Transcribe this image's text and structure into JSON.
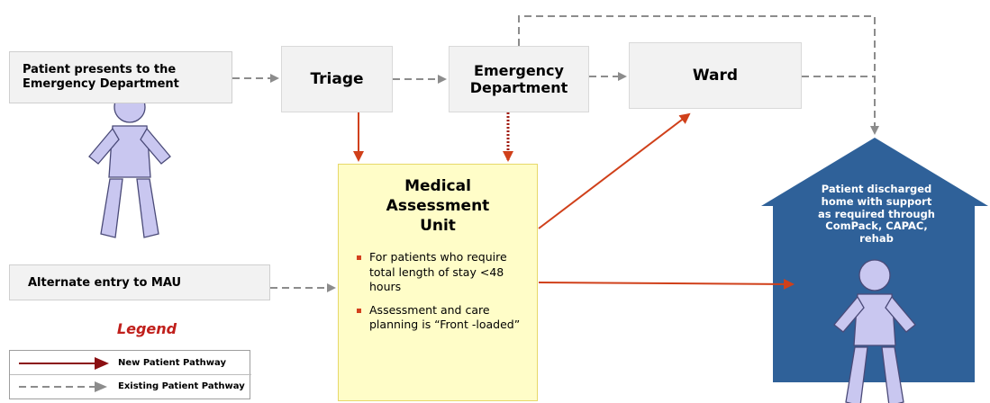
{
  "nodes": {
    "entry": "Patient presents to the Emergency Department",
    "entry_lines": [
      "Patient presents to the",
      "Emergency Department"
    ],
    "triage": "Triage",
    "emergency_department": "Emergency Department",
    "ed_lines": [
      "Emergency",
      "Department"
    ],
    "ward": "Ward",
    "alternate_entry": "Alternate entry to MAU"
  },
  "mau": {
    "title_lines": [
      "Medical",
      "Assessment",
      "Unit"
    ],
    "bullets": [
      "For patients who require total length of stay <48 hours",
      "Assessment and care planning is “Front -loaded”"
    ]
  },
  "discharge": {
    "text": "Patient discharged home with support as required through ComPack, CAPAC, rehab"
  },
  "legend": {
    "title": "Legend",
    "new_pathway": "New Patient Pathway",
    "existing_pathway": "Existing Patient Pathway"
  },
  "colors": {
    "new_pathway": "#c0201c",
    "new_legend_arrow": "#8b0f12",
    "existing_pathway": "#8c8c8c",
    "mau_fill": "#fffdc8",
    "house_fill": "#2f6199",
    "figure_fill": "#c9c7f0",
    "figure_stroke": "#4a4a78"
  },
  "icons": [
    "person-figure",
    "house-shape",
    "arrow"
  ]
}
